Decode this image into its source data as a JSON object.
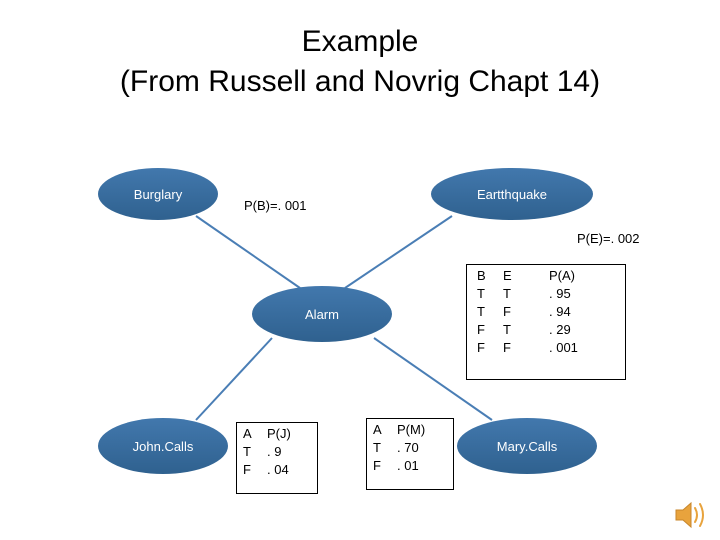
{
  "title": {
    "line1": "Example",
    "line2": "(From Russell and Novrig Chapt 14)"
  },
  "nodes": [
    {
      "id": "burglary",
      "label": "Burglary"
    },
    {
      "id": "earthquake",
      "label": "Eartthquake"
    },
    {
      "id": "alarm",
      "label": "Alarm"
    },
    {
      "id": "johncalls",
      "label": "John.Calls"
    },
    {
      "id": "marycalls",
      "label": "Mary.Calls"
    }
  ],
  "labels": {
    "p_burglary": "P(B)=. 001",
    "p_earthquake": "P(E)=. 002"
  },
  "tables": {
    "alarm": {
      "headers": [
        "B",
        "E",
        "P(A)"
      ],
      "rows": [
        [
          "T",
          "T",
          ". 95"
        ],
        [
          "T",
          "F",
          ". 94"
        ],
        [
          "F",
          "T",
          ". 29"
        ],
        [
          "F",
          "F",
          ". 001"
        ]
      ]
    },
    "john": {
      "headers": [
        "A",
        "P(J)"
      ],
      "rows": [
        [
          "T",
          ". 9"
        ],
        [
          "F",
          ". 04"
        ]
      ]
    },
    "mary": {
      "headers": [
        "A",
        "P(M)"
      ],
      "rows": [
        [
          "T",
          ". 70"
        ],
        [
          "F",
          ". 01"
        ]
      ]
    }
  },
  "colors": {
    "node_fill": "#3B6EA5",
    "node_text": "#FFFFFF",
    "edge": "#4A7EB5",
    "background": "#FFFFFF",
    "text": "#000000",
    "speaker": "#E8A33D"
  },
  "icons": {
    "speaker": "speaker-icon"
  }
}
